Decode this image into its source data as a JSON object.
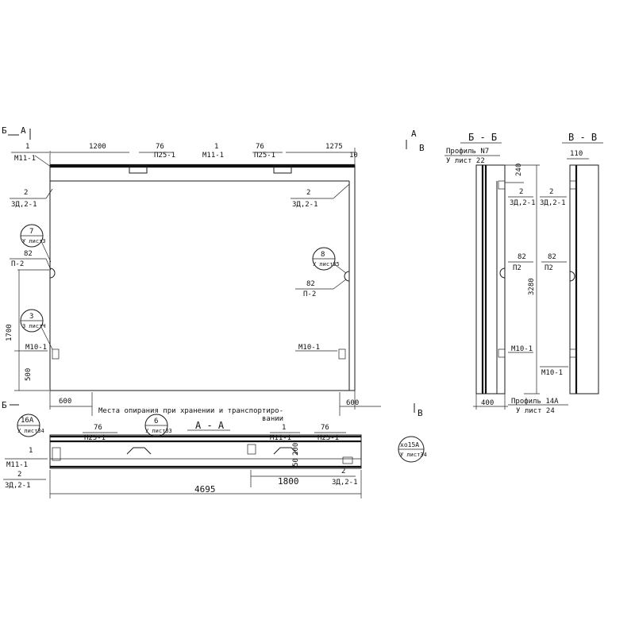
{
  "front_view": {
    "section_marks": {
      "top_left_a": "А",
      "top_left_b": "Б",
      "top_right_a": "А",
      "top_right_b": "В",
      "bottom_left_b": "Б",
      "bottom_right_b": "В"
    },
    "dims": {
      "top_left": "1200",
      "top_right": "1275",
      "top_76_a": "76",
      "top_76_b": "76",
      "right_10": "10",
      "left_1700": "1700",
      "left_500": "500",
      "bottom_600_left": "600",
      "bottom_600_right": "600"
    },
    "callouts": {
      "m11_left_num": "1",
      "m11_left": "М11-1",
      "p25_a": "П25-1",
      "m11_mid_num": "1",
      "m11_mid": "М11-1",
      "p25_b": "П25-1",
      "zd_left_num": "2",
      "zd_left": "ЗД,2-1",
      "zd_right_num": "2",
      "zd_right": "ЗД,2-1",
      "circle_7_num": "7",
      "circle_7_sheet": "У листЗ",
      "p82_left_num": "82",
      "p82_left": "П-2",
      "circle_8_num": "8",
      "circle_8_sheet": "У листЗ5",
      "p82_right_num": "82",
      "p82_right": "П-2",
      "circle_3_num": "3",
      "circle_3_sheet": "З листЧ",
      "m10_left": "М10-1",
      "m10_right": "М10-1"
    },
    "note_line1": "Места опирания при хранении и транспортиро-",
    "note_line2": "вании"
  },
  "section_aa": {
    "title": "А - А",
    "circle_16a_num": "16А",
    "circle_16a_sheet": "У лист34",
    "circle_6_num": "6",
    "circle_6_sheet": "У листЗЗ",
    "circle_15a_num": "хо15А",
    "circle_15a_sheet": "У лист34",
    "p25_left_num": "76",
    "p25_left": "П25-1",
    "m11_mid_num": "1",
    "m11_mid": "М11-1",
    "p25_right_num": "76",
    "p25_right": "П25-1",
    "m11_left_num": "1",
    "m11_left": "М11-1",
    "zd_left_num": "2",
    "zd_left": "ЗД,2-1",
    "zd_right_num": "2",
    "zd_right": "ЗД,2-1",
    "dim_200": "200",
    "dim_50": "50",
    "dim_1800": "1800",
    "dim_total": "4695"
  },
  "section_bb": {
    "title": "Б - Б",
    "profile_top": "Профиль N7",
    "profile_top_sheet": "У лист 22",
    "dim_240": "240",
    "dim_3280": "3280",
    "dim_400": "400",
    "zd_num": "2",
    "zd": "ЗД,2-1",
    "p2_num": "82",
    "p2": "П2",
    "m10": "М10-1",
    "profile_bottom": "Профиль 14А",
    "profile_bottom_sheet": "У лист 24"
  },
  "section_vv": {
    "title": "В - В",
    "dim_110": "110",
    "zd_num": "2",
    "zd": "ЗД,2-1",
    "p2_num": "82",
    "p2": "П2",
    "m10": "М10-1"
  }
}
